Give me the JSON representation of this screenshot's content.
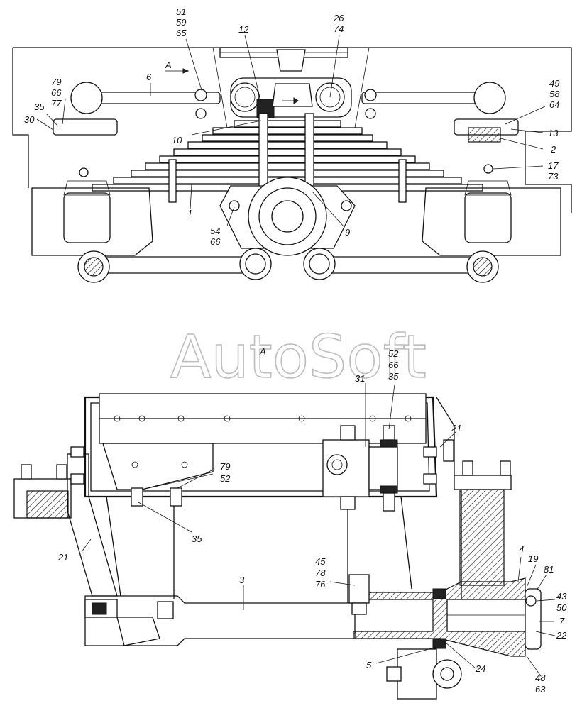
{
  "watermark": "AutoSoft",
  "view_marker": "A",
  "callouts": {
    "c51": "51",
    "c59": "59",
    "c65": "65",
    "c12": "12",
    "c26": "26",
    "c74": "74",
    "c6": "6",
    "c79": "79",
    "c66a": "66",
    "c77": "77",
    "c35a": "35",
    "c30": "30",
    "c49": "49",
    "c58": "58",
    "c64": "64",
    "c13": "13",
    "c2": "2",
    "c10": "10",
    "c17": "17",
    "c73": "73",
    "c1": "1",
    "c54": "54",
    "c66b": "66",
    "c9": "9",
    "c31": "31",
    "c52a": "52",
    "c66c": "66",
    "c35b": "35",
    "c21a": "21",
    "c21b": "21",
    "c79b": "79",
    "c52b": "52",
    "c35c": "35",
    "c45": "45",
    "c78": "78",
    "c76": "76",
    "c3": "3",
    "c4": "4",
    "c19": "19",
    "c81": "81",
    "c43": "43",
    "c50": "50",
    "c7": "7",
    "c22": "22",
    "c5": "5",
    "c24": "24",
    "c48": "48",
    "c63": "63"
  }
}
